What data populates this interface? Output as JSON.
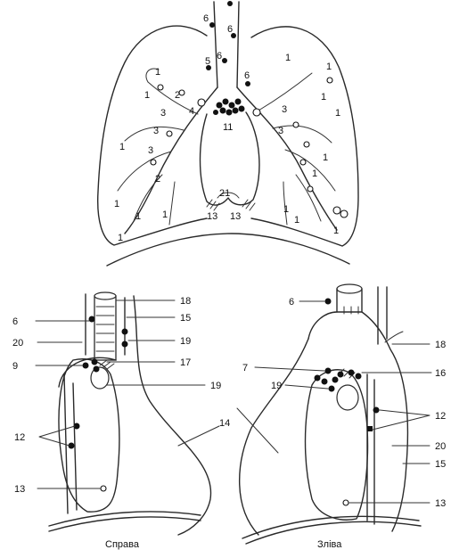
{
  "captions": {
    "right": "Справа",
    "left": "Зліва"
  },
  "top_labels": {
    "n1": "1",
    "n2": "2",
    "n3": "3",
    "n4": "4",
    "n5": "5",
    "n6": "6",
    "n11": "11",
    "n13": "13",
    "n21": "21"
  },
  "right_view_labels": {
    "l6": "6",
    "l9": "9",
    "l12": "12",
    "l13": "13",
    "l15": "15",
    "l17": "17",
    "l18": "18",
    "l19": "19",
    "l20": "20",
    "l14": "14"
  },
  "left_view_labels": {
    "l6": "6",
    "l7": "7",
    "l12": "12",
    "l13": "13",
    "l15": "15",
    "l16": "16",
    "l18": "18",
    "l19": "19",
    "l20": "20"
  }
}
